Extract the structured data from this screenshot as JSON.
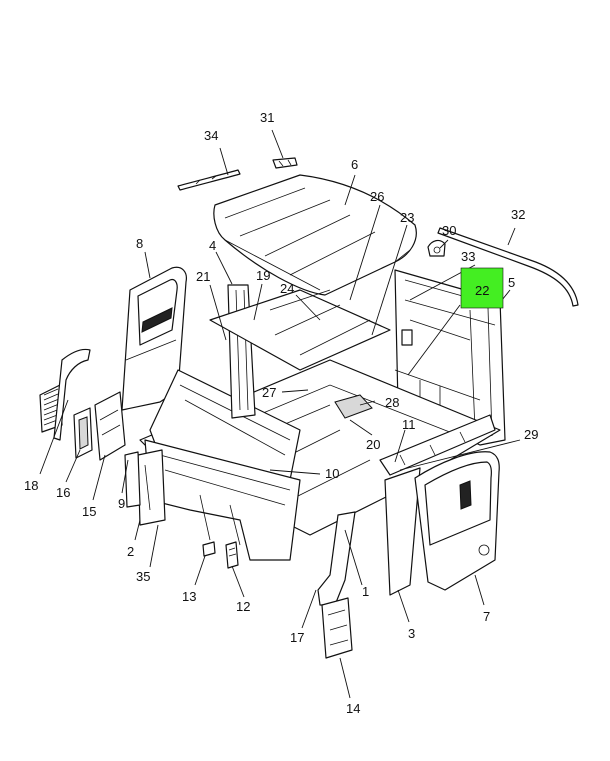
{
  "callouts": {
    "n1": "1",
    "n2": "2",
    "n3": "3",
    "n4": "4",
    "n5": "5",
    "n6": "6",
    "n7": "7",
    "n8": "8",
    "n9": "9",
    "n10": "10",
    "n11": "11",
    "n12": "12",
    "n13": "13",
    "n14": "14",
    "n15": "15",
    "n16": "16",
    "n17": "17",
    "n18": "18",
    "n19": "19",
    "n20": "20",
    "n21": "21",
    "n22": "22",
    "n23": "23",
    "n24": "24",
    "n26": "26",
    "n27": "27",
    "n28": "28",
    "n29": "29",
    "n30": "30",
    "n31": "31",
    "n32": "32",
    "n33": "33",
    "n34": "34",
    "n35": "35"
  },
  "highlight": {
    "callout": "22",
    "color": "#44ee22"
  }
}
